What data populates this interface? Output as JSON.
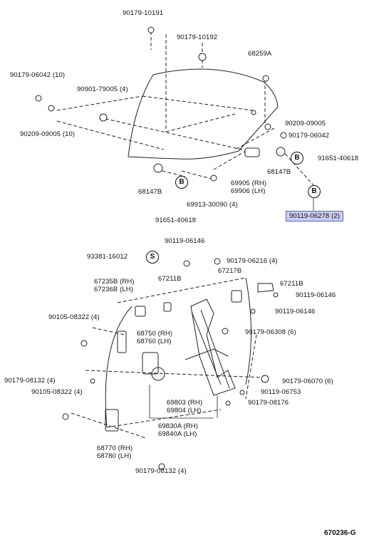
{
  "page_number": "670236-G",
  "highlight_color": "#c9cdf0",
  "callouts": {
    "upper": [
      {
        "id": "c1",
        "text": "90179-10191"
      },
      {
        "id": "c2",
        "text": "90179-10192"
      },
      {
        "id": "c3",
        "text": "68259A"
      },
      {
        "id": "c4",
        "text": "90179-06042 (10)"
      },
      {
        "id": "c5",
        "text": "90901-79005 (4)"
      },
      {
        "id": "c6",
        "text": "90209-09005 (10)"
      },
      {
        "id": "c7",
        "text": "90209-09005"
      },
      {
        "id": "c8",
        "text": "90179-06042"
      },
      {
        "id": "c9",
        "text": "91651-40618"
      },
      {
        "id": "c10",
        "text": "69905 (RH)"
      },
      {
        "id": "c11",
        "text": "69906 (LH)"
      },
      {
        "id": "c12",
        "text": "68147B"
      },
      {
        "id": "c13",
        "text": "68147B"
      },
      {
        "id": "c14",
        "text": "69913-30090 (4)"
      },
      {
        "id": "c15",
        "text": "91651-40618"
      },
      {
        "id": "c16",
        "text": "90119-06278 (2)"
      }
    ],
    "lower": [
      {
        "id": "d1",
        "text": "90119-06146"
      },
      {
        "id": "d2",
        "text": "93381-16012"
      },
      {
        "id": "d3",
        "text": "90179-06216 (4)"
      },
      {
        "id": "d4",
        "text": "67235B (RH)"
      },
      {
        "id": "d5",
        "text": "67236B (LH)"
      },
      {
        "id": "d6",
        "text": "67211B"
      },
      {
        "id": "d7",
        "text": "67217B"
      },
      {
        "id": "d8",
        "text": "67211B"
      },
      {
        "id": "d9",
        "text": "90119-06146"
      },
      {
        "id": "d10",
        "text": "90119-06146"
      },
      {
        "id": "d11",
        "text": "90105-08322 (4)"
      },
      {
        "id": "d12",
        "text": "68750 (RH)"
      },
      {
        "id": "d13",
        "text": "68760 (LH)"
      },
      {
        "id": "d14",
        "text": "90179-06308 (6)"
      },
      {
        "id": "d15",
        "text": "90179-08132 (4)"
      },
      {
        "id": "d16",
        "text": "90179-06070 (6)"
      },
      {
        "id": "d17",
        "text": "90105-08322 (4)"
      },
      {
        "id": "d18",
        "text": "69803 (RH)"
      },
      {
        "id": "d19",
        "text": "69804 (LH)"
      },
      {
        "id": "d20",
        "text": "90119-06753"
      },
      {
        "id": "d21",
        "text": "90179-08176"
      },
      {
        "id": "d22",
        "text": "69830A (RH)"
      },
      {
        "id": "d23",
        "text": "69840A (LH)"
      },
      {
        "id": "d24",
        "text": "68770 (RH)"
      },
      {
        "id": "d25",
        "text": "68780 (LH)"
      },
      {
        "id": "d26",
        "text": "90179-08132 (4)"
      }
    ]
  },
  "symbols": {
    "b_marker": "B",
    "s_marker": "S"
  }
}
